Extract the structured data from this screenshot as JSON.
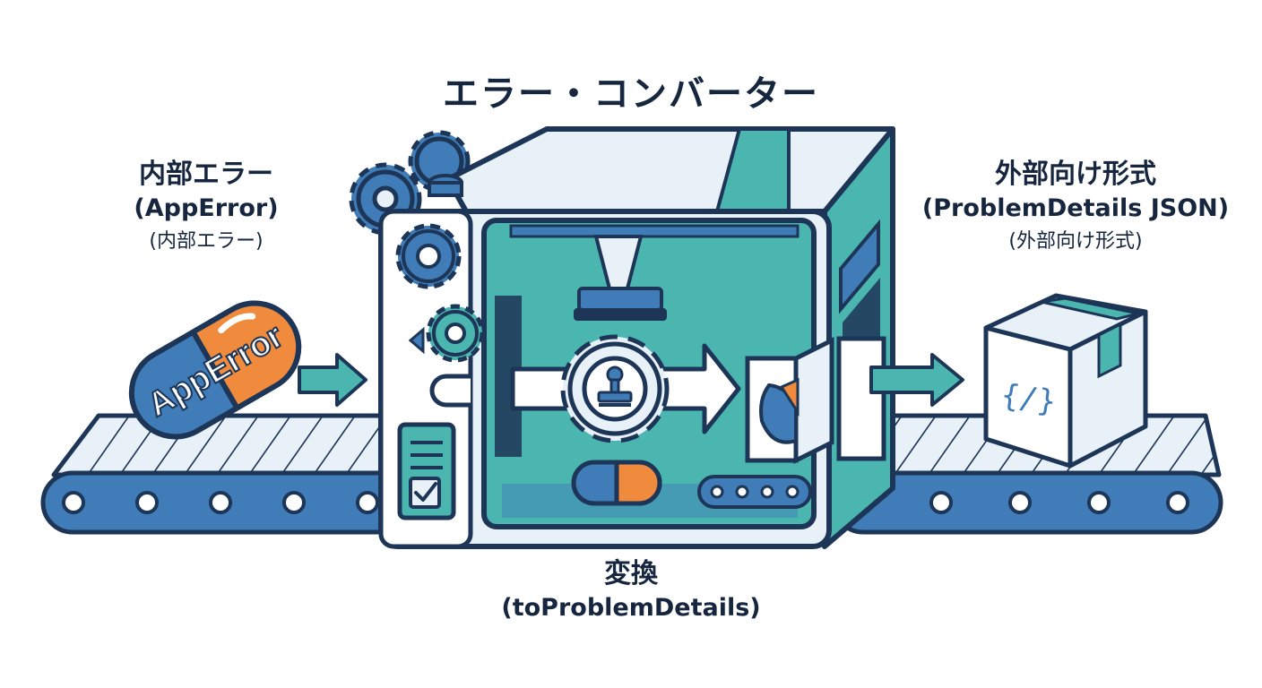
{
  "diagram": {
    "title": "エラー・コンバーター",
    "input": {
      "title": "内部エラー",
      "type": "(AppError)",
      "note": "(内部エラー)",
      "capsule_text": "AppError"
    },
    "output": {
      "title": "外部向け形式",
      "type": "(ProblemDetails JSON)",
      "note": "(外部向け形式)",
      "box_glyph": "{/}"
    },
    "process": {
      "title": "変換",
      "function": "(toProblemDetails)"
    },
    "colors": {
      "navy": "#1d3557",
      "blue": "#3f7cb8",
      "teal": "#4bb5b0",
      "orange": "#f08a3c",
      "light": "#e8f1f8"
    }
  }
}
